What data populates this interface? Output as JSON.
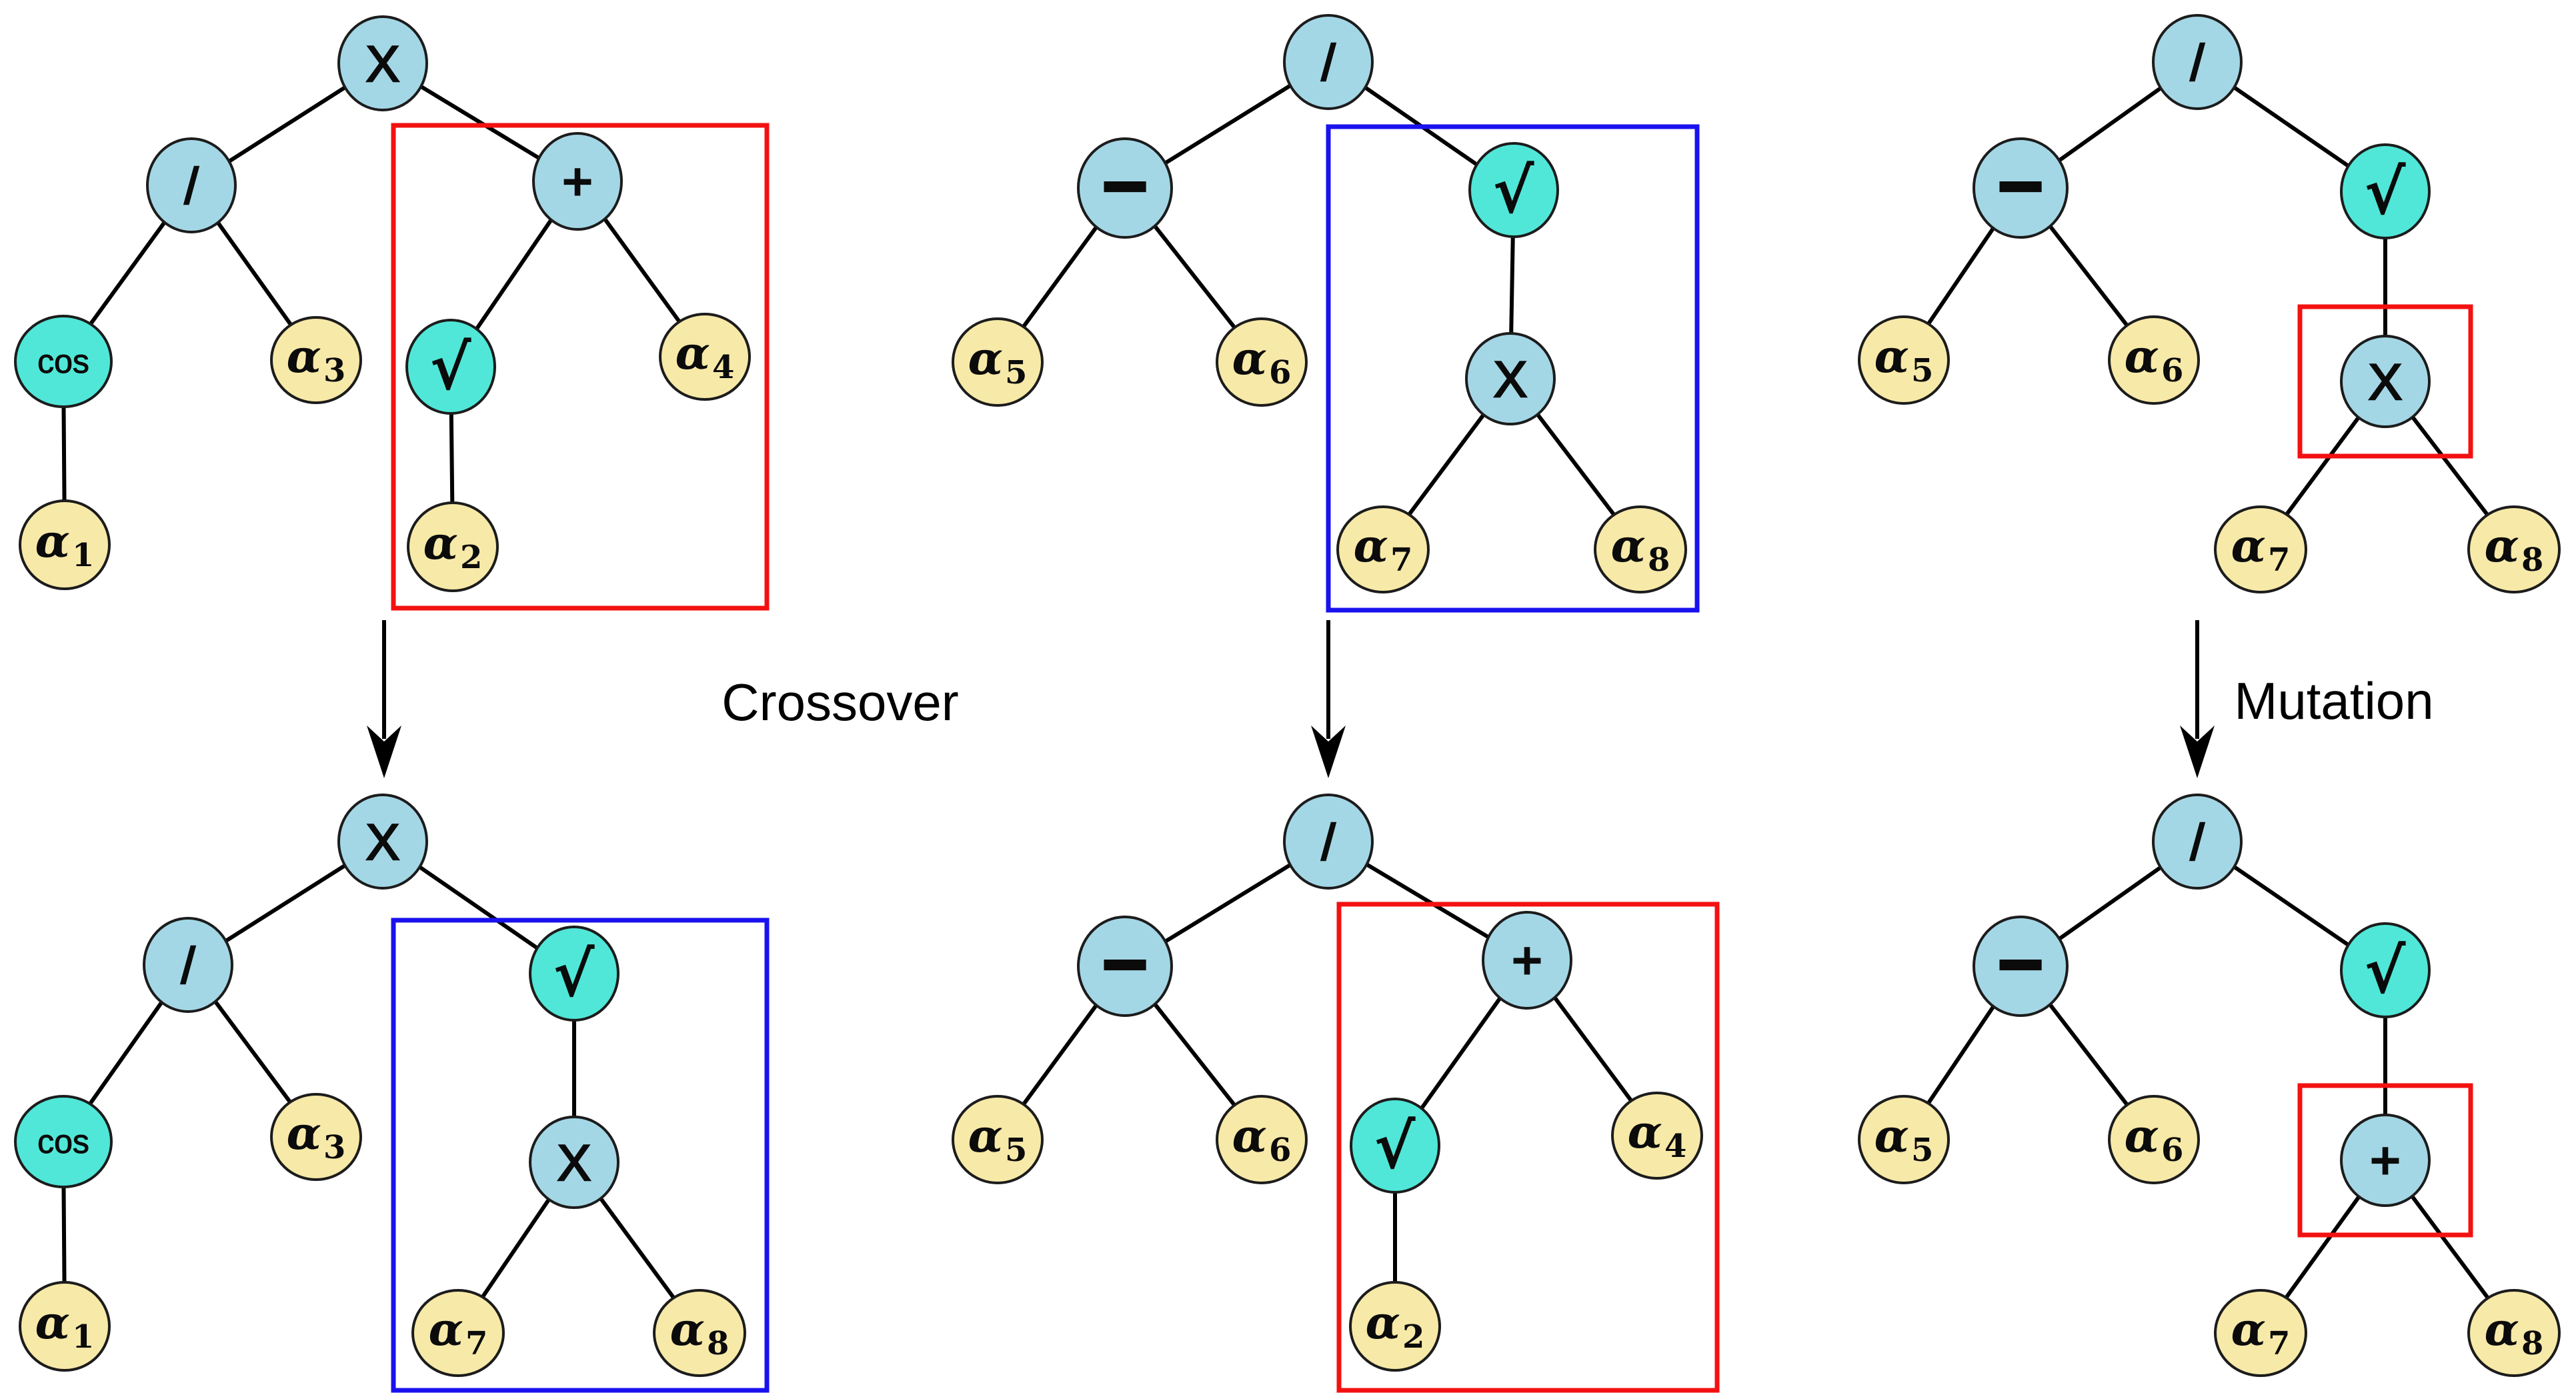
{
  "figure": {
    "labels": {
      "crossover": "Crossover",
      "mutation": "Mutation"
    },
    "colors": {
      "operator_node_fill": "#a4d7e6",
      "function_node_fill": "#50e7d8",
      "terminal_node_fill": "#f7e9a8",
      "node_outline": "#1c1c1c",
      "edge": "#000000",
      "selection_box_red": "#f31111",
      "selection_box_blue": "#1a12ee",
      "label_text": "#000000"
    },
    "trees": {
      "parent1": {
        "nodes": {
          "root": "X",
          "div": "/",
          "plus": "+",
          "cos": "cos",
          "sqrt": "√",
          "a1": {
            "b": "α",
            "s": "1"
          },
          "a2": {
            "b": "α",
            "s": "2"
          },
          "a3": {
            "b": "α",
            "s": "3"
          },
          "a4": {
            "b": "α",
            "s": "4"
          }
        }
      },
      "parent2": {
        "nodes": {
          "root": "/",
          "minus": "−",
          "sqrt": "√",
          "x": "X",
          "a5": {
            "b": "α",
            "s": "5"
          },
          "a6": {
            "b": "α",
            "s": "6"
          },
          "a7": {
            "b": "α",
            "s": "7"
          },
          "a8": {
            "b": "α",
            "s": "8"
          }
        }
      },
      "parent3": {
        "nodes": {
          "root": "/",
          "minus": "−",
          "sqrt": "√",
          "x": "X",
          "a5": {
            "b": "α",
            "s": "5"
          },
          "a6": {
            "b": "α",
            "s": "6"
          },
          "a7": {
            "b": "α",
            "s": "7"
          },
          "a8": {
            "b": "α",
            "s": "8"
          }
        }
      },
      "offspring1": {
        "nodes": {
          "root": "X",
          "div": "/",
          "sqrt": "√",
          "cos": "cos",
          "x": "X",
          "a1": {
            "b": "α",
            "s": "1"
          },
          "a3": {
            "b": "α",
            "s": "3"
          },
          "a7": {
            "b": "α",
            "s": "7"
          },
          "a8": {
            "b": "α",
            "s": "8"
          }
        }
      },
      "offspring2": {
        "nodes": {
          "root": "/",
          "minus": "−",
          "plus": "+",
          "sqrt": "√",
          "a5": {
            "b": "α",
            "s": "5"
          },
          "a6": {
            "b": "α",
            "s": "6"
          },
          "a4": {
            "b": "α",
            "s": "4"
          },
          "a2": {
            "b": "α",
            "s": "2"
          }
        }
      },
      "offspring3": {
        "nodes": {
          "root": "/",
          "minus": "−",
          "sqrt": "√",
          "plus": "+",
          "a5": {
            "b": "α",
            "s": "5"
          },
          "a6": {
            "b": "α",
            "s": "6"
          },
          "a7": {
            "b": "α",
            "s": "7"
          },
          "a8": {
            "b": "α",
            "s": "8"
          }
        }
      }
    }
  }
}
